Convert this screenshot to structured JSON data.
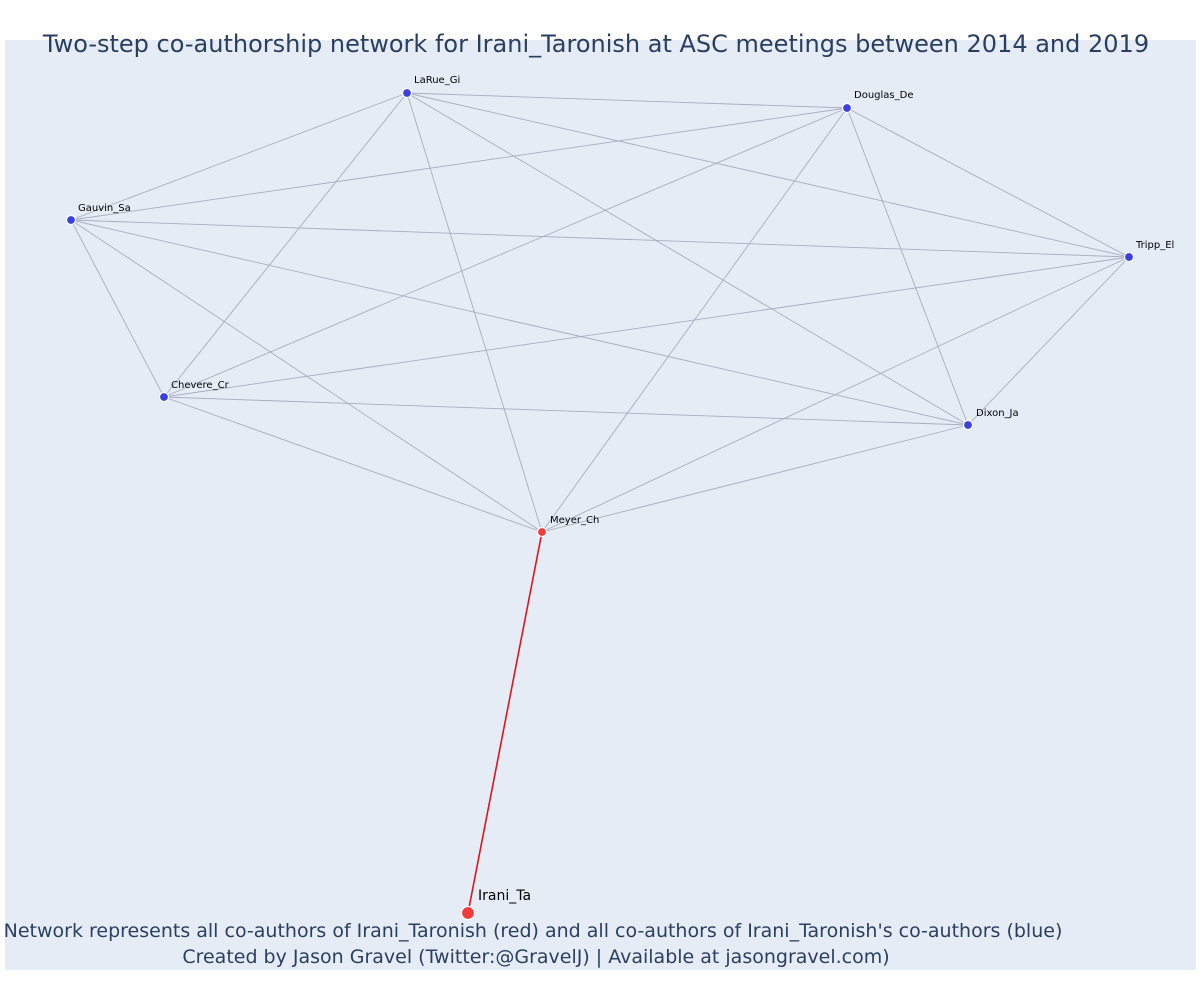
{
  "title": "Two-step co-authorship network for Irani_Taronish at ASC meetings between 2014 and 2019",
  "caption": {
    "line1": "Network represents all co-authors of Irani_Taronish (red) and all co-authors of Irani_Taronish's co-authors (blue)",
    "line2": "Created by Jason Gravel (Twitter:@GravelJ) | Available at jasongravel.com)"
  },
  "colors": {
    "plot_background": "#e5ecf6",
    "title": "#2a3f5f",
    "edge": "#a9adbd",
    "focal_edge": "#e0141e",
    "red_node": "#ef3b3b",
    "blue_node": "#3b3fe0",
    "node_outline": "#ffffff"
  },
  "network": {
    "nodes": [
      {
        "id": "irani",
        "label": "Irani_Ta",
        "group": "focal"
      },
      {
        "id": "meyer",
        "label": "Meyer_Ch",
        "group": "coauthor"
      },
      {
        "id": "larue",
        "label": "LaRue_Gi",
        "group": "second_step"
      },
      {
        "id": "douglas",
        "label": "Douglas_De",
        "group": "second_step"
      },
      {
        "id": "gauvin",
        "label": "Gauvin_Sa",
        "group": "second_step"
      },
      {
        "id": "tripp",
        "label": "Tripp_El",
        "group": "second_step"
      },
      {
        "id": "chevere",
        "label": "Chevere_Cr",
        "group": "second_step"
      },
      {
        "id": "dixon",
        "label": "Dixon_Ja",
        "group": "second_step"
      }
    ],
    "edges": [
      [
        "irani",
        "meyer"
      ],
      [
        "meyer",
        "larue"
      ],
      [
        "meyer",
        "douglas"
      ],
      [
        "meyer",
        "gauvin"
      ],
      [
        "meyer",
        "tripp"
      ],
      [
        "meyer",
        "chevere"
      ],
      [
        "meyer",
        "dixon"
      ],
      [
        "larue",
        "douglas"
      ],
      [
        "larue",
        "gauvin"
      ],
      [
        "larue",
        "tripp"
      ],
      [
        "larue",
        "chevere"
      ],
      [
        "larue",
        "dixon"
      ],
      [
        "douglas",
        "gauvin"
      ],
      [
        "douglas",
        "tripp"
      ],
      [
        "douglas",
        "chevere"
      ],
      [
        "douglas",
        "dixon"
      ],
      [
        "gauvin",
        "tripp"
      ],
      [
        "gauvin",
        "chevere"
      ],
      [
        "gauvin",
        "dixon"
      ],
      [
        "tripp",
        "chevere"
      ],
      [
        "tripp",
        "dixon"
      ],
      [
        "chevere",
        "dixon"
      ]
    ]
  }
}
